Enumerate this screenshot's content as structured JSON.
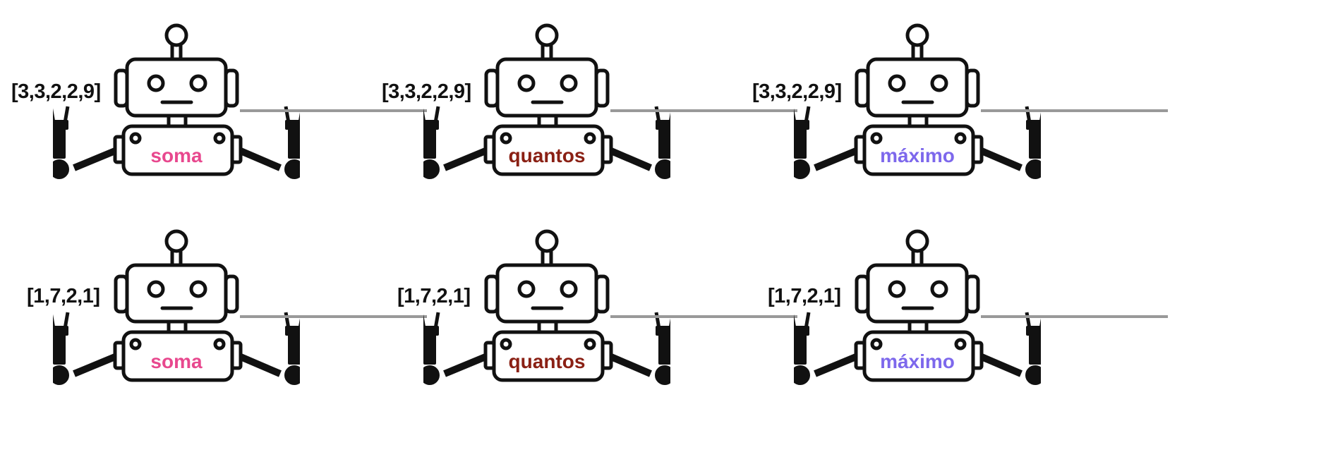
{
  "colors": {
    "ink": "#111111",
    "line": "#999999",
    "soma": "#e8488e",
    "quantos": "#8a2014",
    "maximo": "#7d68ec"
  },
  "rows": [
    {
      "input": "[3,3,2,2,9]",
      "robots": [
        {
          "function": "soma",
          "color_key": "soma"
        },
        {
          "function": "quantos",
          "color_key": "quantos"
        },
        {
          "function": "máximo",
          "color_key": "maximo"
        }
      ]
    },
    {
      "input": "[1,7,2,1]",
      "robots": [
        {
          "function": "soma",
          "color_key": "soma"
        },
        {
          "function": "quantos",
          "color_key": "quantos"
        },
        {
          "function": "máximo",
          "color_key": "maximo"
        }
      ]
    }
  ]
}
